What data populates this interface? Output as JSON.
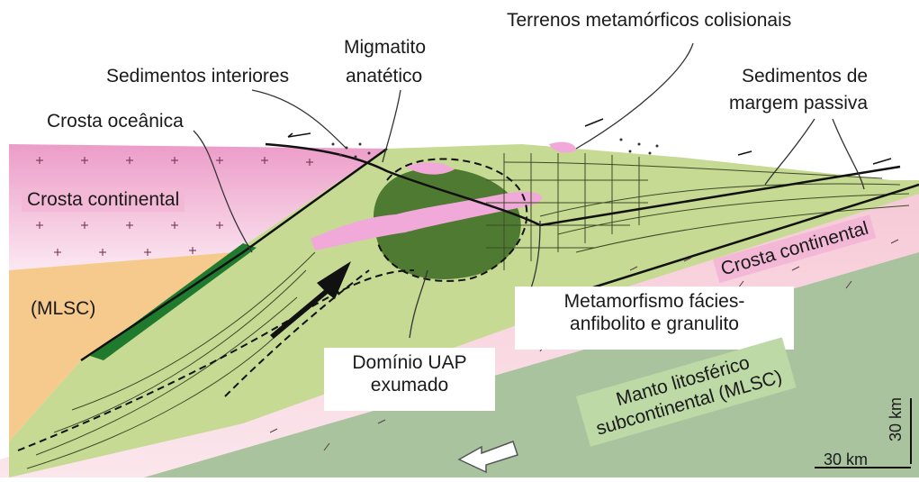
{
  "labels": {
    "terrenos": "Terrenos metamórficos colisionais",
    "migmatito_1": "Migmatito",
    "migmatito_2": "anatético",
    "sedimentos_interiores": "Sedimentos interiores",
    "sedimentos_margem_1": "Sedimentos de",
    "sedimentos_margem_2": "margem passiva",
    "crosta_oceanica": "Crosta oceânica",
    "crosta_continental_left": "Crosta continental",
    "crosta_continental_right": "Crosta continental",
    "mlsc": "(MLSC)",
    "metamorfismo_1": "Metamorfismo fácies-",
    "metamorfismo_2": "anfibolito e granulito",
    "dominio_1": "Domínio UAP",
    "dominio_2": "exumado",
    "manto_1": "Manto litosférico",
    "manto_2": "subcontinental (MLSC)",
    "scale_v": "30 km",
    "scale_h": "30 km"
  },
  "colors": {
    "continental_crust_left": "#ec9cc8",
    "continental_crust_right": "#f4c5d2",
    "mlsc": "#f6c98c",
    "oceanic_crust": "#1f7a2e",
    "orogen_green": "#c6da93",
    "dark_domain": "#4f7a32",
    "mantle": "#a9c39f",
    "migmatite": "#f1a9d9"
  }
}
